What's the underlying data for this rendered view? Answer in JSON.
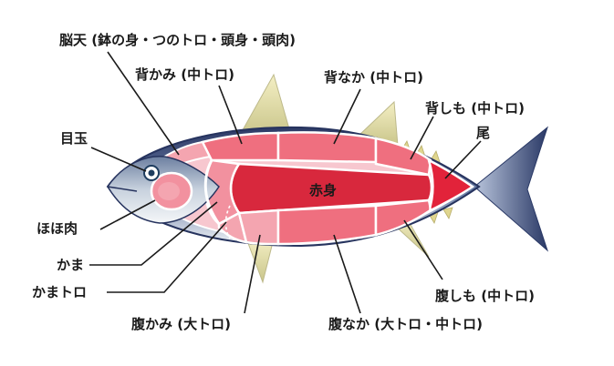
{
  "diagram": {
    "labels": {
      "noten": "脳天 (鉢の身・つのトロ・頭身・頭肉)",
      "se_kami": "背かみ (中トロ)",
      "se_naka": "背なか (中トロ)",
      "se_shimo": "背しも (中トロ)",
      "o": "尾",
      "medama": "目玉",
      "akami": "赤身",
      "hohoniku": "ほほ肉",
      "kama": "かま",
      "kamatoro": "かまトロ",
      "hara_shimo": "腹しも (中トロ)",
      "hara_kami": "腹かみ (大トロ)",
      "hara_naka": "腹なか (大トロ・中トロ)"
    },
    "colors": {
      "akami": "#d8283d",
      "chutoro": "#ef6f7f",
      "otoro": "#f4a5b0",
      "tail_red": "#e2233a",
      "fin": "#e8e0a6",
      "body_blue": "#3b4a78",
      "belly": "#e7edf3",
      "eye_ring": "#1f3d5f"
    }
  }
}
